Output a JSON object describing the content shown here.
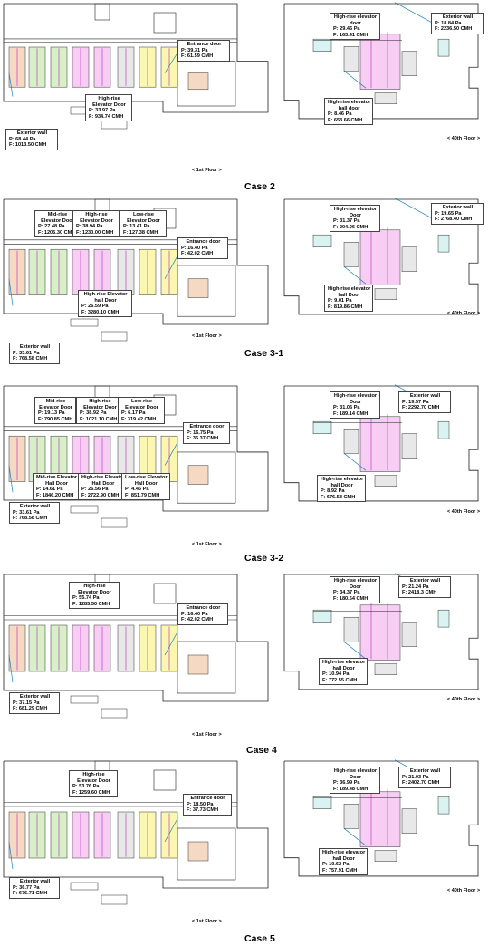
{
  "floor_labels": {
    "first": "< 1st Floor >",
    "fortieth": "< 40th Floor >"
  },
  "cases": [
    {
      "caption": "Case 2",
      "left_labels": [
        {
          "title": [
            "Entrance door"
          ],
          "p": "P: 39.31 Pa",
          "f": "F: 61.59 CMH"
        },
        {
          "title": [
            "High-rise",
            "Elevator Door"
          ],
          "p": "P: 33.97 Pa",
          "f": "F: 934.74 CMH"
        },
        {
          "title": [
            "Exterior wall"
          ],
          "p": "P: 68.44 Pa",
          "f": "F: 1013.50 CMH"
        }
      ],
      "right_labels": [
        {
          "title": [
            "High-rise elevator",
            "door"
          ],
          "p": "P: 29.46 Pa",
          "f": "F: 163.41 CMH"
        },
        {
          "title": [
            "Exterior wall"
          ],
          "p": "P: 18.84 Pa",
          "f": "F: 2236.50 CMH"
        },
        {
          "title": [
            "High-rise elevator",
            "hall door"
          ],
          "p": "P: 8.46 Pa",
          "f": "F: 653.66 CMH"
        }
      ]
    },
    {
      "caption": "Case 3-1",
      "left_labels": [
        {
          "title": [
            "Mid-rise",
            "Elevator Door"
          ],
          "p": "P: 27.48 Pa",
          "f": "F: 1205.30 CMH"
        },
        {
          "title": [
            "High-rise",
            "Elevator Door"
          ],
          "p": "P: 38.94 Pa",
          "f": "F: 1230.00 CMH"
        },
        {
          "title": [
            "Low-rise",
            "Elevator Door"
          ],
          "p": "P: 13.41 Pa",
          "f": "F: 127.38 CMH"
        },
        {
          "title": [
            "Entrance door"
          ],
          "p": "P: 16.40 Pa",
          "f": "F: 42.02 CMH"
        },
        {
          "title": [
            "High-rise Elevator",
            "hall Door"
          ],
          "p": "P: 26.59 Pa",
          "f": "F: 3280.10 CMH"
        },
        {
          "title": [
            "Exterior wall"
          ],
          "p": "P: 33.61 Pa",
          "f": "F: 768.58 CMH"
        }
      ],
      "right_labels": [
        {
          "title": [
            "High-rise elevator",
            "Door"
          ],
          "p": "P: 31.37 Pa",
          "f": "F: 204.96 CMH"
        },
        {
          "title": [
            "Exterior wall"
          ],
          "p": "P: 19.65 Pa",
          "f": "F: 2768.40 CMH"
        },
        {
          "title": [
            "High-rise elevator",
            "hall Door"
          ],
          "p": "P: 9.01 Pa",
          "f": "F: 819.86 CMH"
        }
      ]
    },
    {
      "caption": "Case 3-2",
      "left_labels": [
        {
          "title": [
            "Mid-rise",
            "Elevator Door"
          ],
          "p": "P: 19.13 Pa",
          "f": "F: 790.85 CMH"
        },
        {
          "title": [
            "High-rise",
            "Elevator Door"
          ],
          "p": "P: 38.92 Pa",
          "f": "F: 1021.10 CMH"
        },
        {
          "title": [
            "Low-rise",
            "Elevator Door"
          ],
          "p": "P: 6.17 Pa",
          "f": "F: 319.42 CMH"
        },
        {
          "title": [
            "Entrance door"
          ],
          "p": "P: 16.75 Pa",
          "f": "F: 35.37 CMH"
        },
        {
          "title": [
            "Mid-rise Elevator",
            "Hall Door"
          ],
          "p": "P: 14.61 Pa",
          "f": "F: 1846.20 CMH"
        },
        {
          "title": [
            "High-rise Elevator",
            "Hall Door"
          ],
          "p": "P: 26.56 Pa",
          "f": "F: 2722.90 CMH"
        },
        {
          "title": [
            "Low-rise Elevator",
            "Hall Door"
          ],
          "p": "P: 4.45 Pa",
          "f": "F: 851.79 CMH"
        },
        {
          "title": [
            "Exterior wall"
          ],
          "p": "P: 33.61 Pa",
          "f": "F: 768.58 CMH"
        }
      ],
      "right_labels": [
        {
          "title": [
            "High-rise elevator",
            "Door"
          ],
          "p": "P: 31.06 Pa",
          "f": "F: 189.14 CMH"
        },
        {
          "title": [
            "Exterior wall"
          ],
          "p": "P: 19.57 Pa",
          "f": "F: 2292.70 CMH"
        },
        {
          "title": [
            "High-rise elevator",
            "hall Door"
          ],
          "p": "P: 8.92 Pa",
          "f": "F: 676.58 CMH"
        }
      ]
    },
    {
      "caption": "Case 4",
      "left_labels": [
        {
          "title": [
            "High-rise",
            "Elevator Door"
          ],
          "p": "P: 55.74 Pa",
          "f": "F: 1285.50 CMH"
        },
        {
          "title": [
            "Entrance door"
          ],
          "p": "P: 16.40 Pa",
          "f": "F: 42.02 CMH"
        },
        {
          "title": [
            "Exterior wall"
          ],
          "p": "P: 37.15 Pa",
          "f": "F: 681.29 CMH"
        }
      ],
      "right_labels": [
        {
          "title": [
            "High-rise elevator",
            "Door"
          ],
          "p": "P: 34.37 Pa",
          "f": "F: 180.64 CMH"
        },
        {
          "title": [
            "Exterior wall"
          ],
          "p": "P: 21.24 Pa",
          "f": "F: 2418.3 CMH"
        },
        {
          "title": [
            "High-rise elevator",
            "hall Door"
          ],
          "p": "P: 10.94 Pa",
          "f": "F: 772.55 CMH"
        }
      ]
    },
    {
      "caption": "Case 5",
      "left_labels": [
        {
          "title": [
            "High-rise",
            "Elevator Door"
          ],
          "p": "P: 53.76 Pa",
          "f": "F: 1259.60 CMH"
        },
        {
          "title": [
            "Entrance door"
          ],
          "p": "P: 18.50 Pa",
          "f": "F: 37.73 CMH"
        },
        {
          "title": [
            "Exterior wall"
          ],
          "p": "P: 36.77 Pa",
          "f": "F: 676.71 CMH"
        }
      ],
      "right_labels": [
        {
          "title": [
            "High-rise elevator",
            "Door"
          ],
          "p": "P: 36.99 Pa",
          "f": "F: 189.48 CMH"
        },
        {
          "title": [
            "Exterior wall"
          ],
          "p": "P: 21.03 Pa",
          "f": "F: 2402.70 CMH"
        },
        {
          "title": [
            "High-rise elevator",
            "hall Door"
          ],
          "p": "P: 10.62 Pa",
          "f": "F: 757.91 CMH"
        }
      ]
    }
  ]
}
